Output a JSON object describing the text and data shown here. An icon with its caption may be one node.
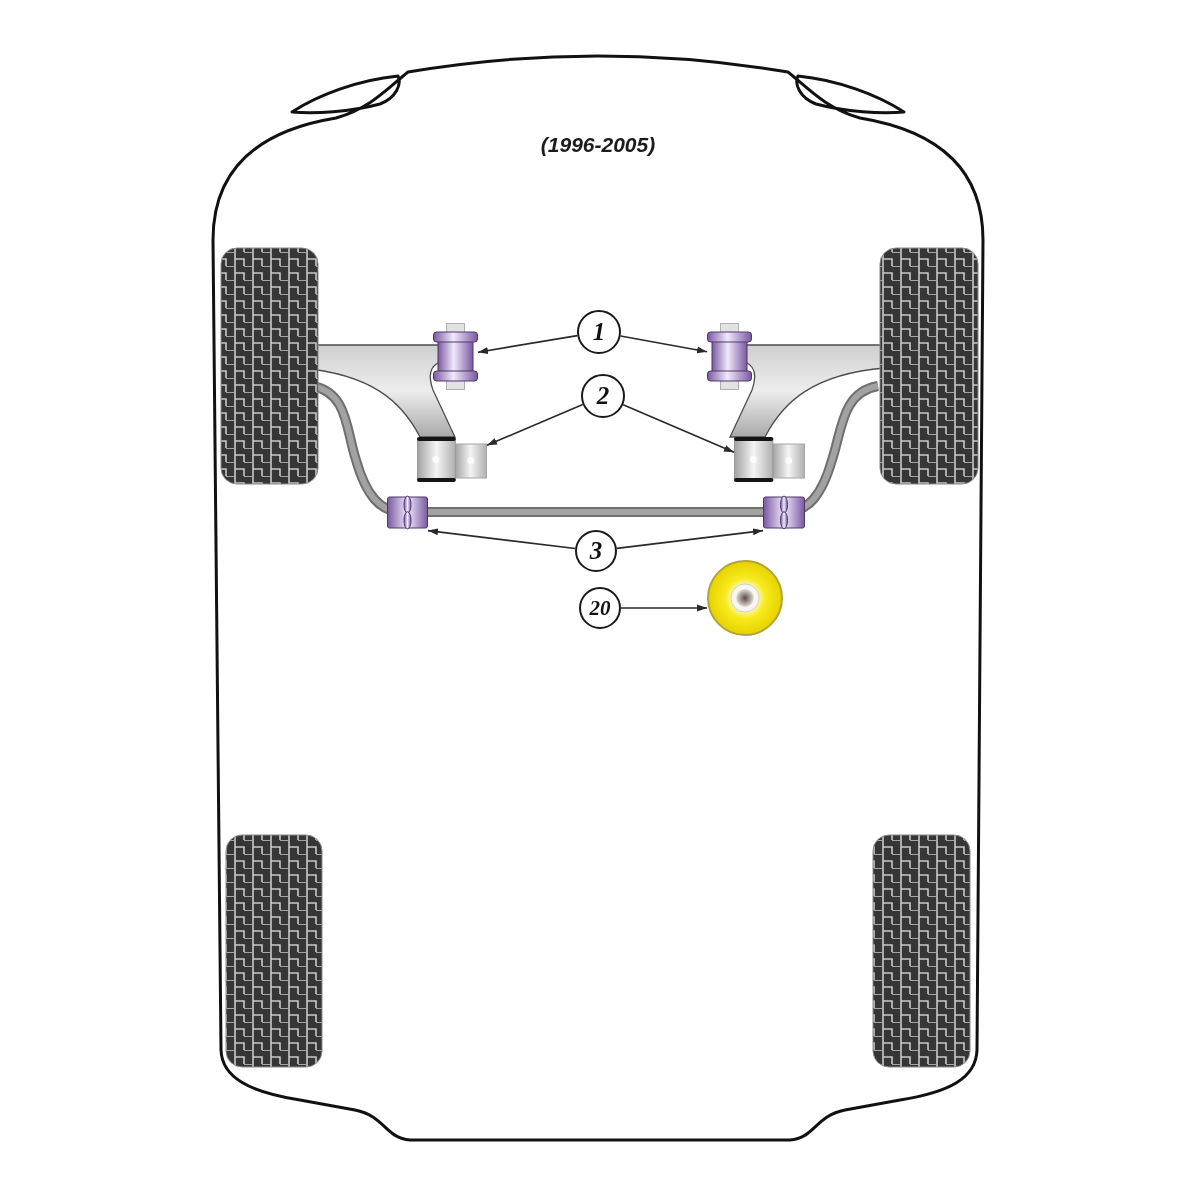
{
  "diagram": {
    "title": "(1996-2005)",
    "nodes": [
      {
        "text": [],
        "shape": "picture"
      },
      {
        "text": [
          "1"
        ]
      },
      {
        "text": [],
        "shape": "picture"
      },
      {
        "text": [
          "2"
        ]
      },
      {
        "text": [],
        "shape": "picture"
      },
      {
        "text": [],
        "shape": "picture"
      },
      {
        "text": [],
        "shape": "picture"
      },
      {
        "text": [],
        "shape": "picture"
      },
      {
        "text": [
          "3"
        ]
      },
      {
        "text": [
          "20"
        ]
      },
      {
        "text": [],
        "shape": "picture"
      }
    ],
    "edges": [
      {
        "from": 1,
        "to": 0,
        "arrow": "to"
      },
      {
        "from": 1,
        "to": 2,
        "arrow": "to"
      },
      {
        "from": 3,
        "to": 4,
        "arrow": "to"
      },
      {
        "from": 3,
        "to": 5,
        "arrow": "to"
      },
      {
        "from": 8,
        "to": 6,
        "arrow": "to"
      },
      {
        "from": 8,
        "to": 7,
        "arrow": "to"
      },
      {
        "from": 9,
        "to": 10,
        "arrow": "to"
      }
    ]
  }
}
